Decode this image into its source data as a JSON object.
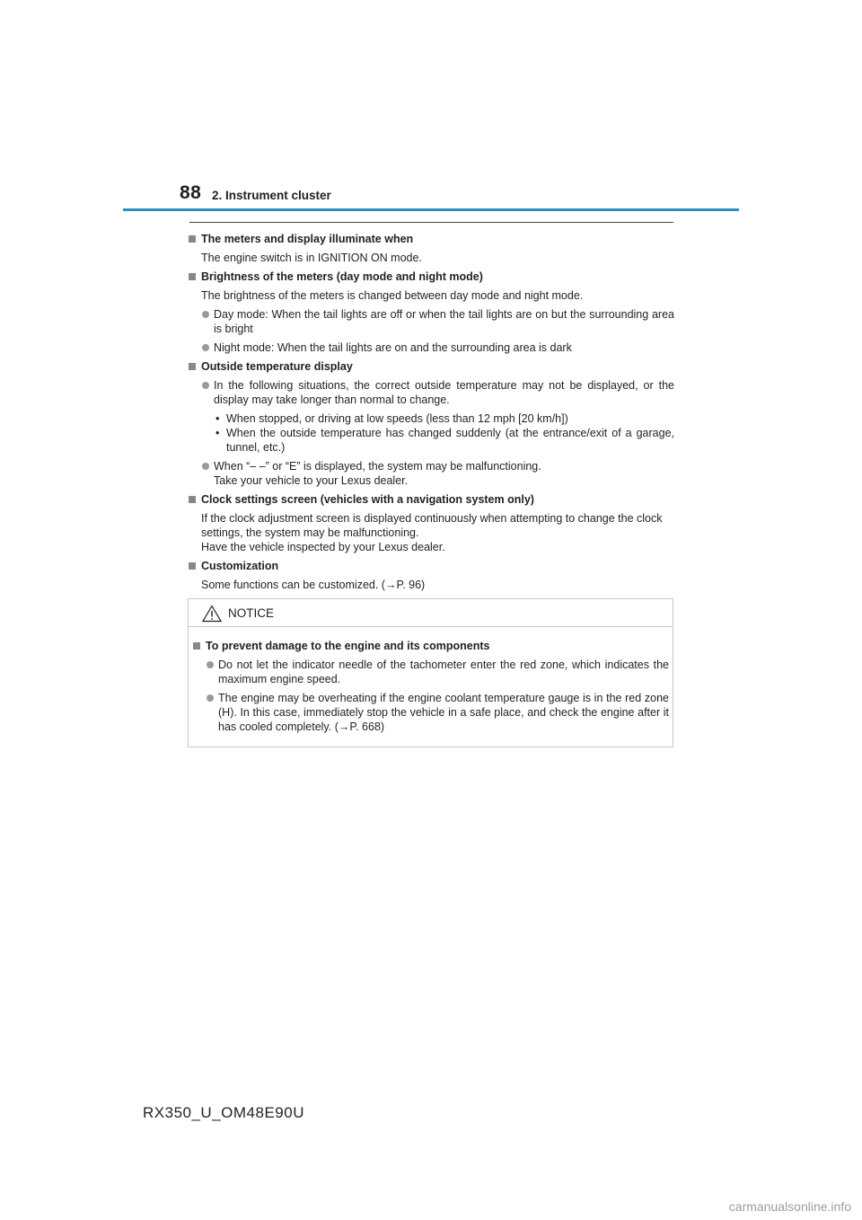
{
  "header": {
    "page_number": "88",
    "chapter": "2. Instrument cluster"
  },
  "sections": [
    {
      "type": "heading",
      "text": "The meters and display illuminate when"
    },
    {
      "type": "para",
      "text": "The engine switch is in IGNITION ON mode."
    },
    {
      "type": "heading",
      "text": "Brightness of the meters (day mode and night mode)"
    },
    {
      "type": "para",
      "text": "The brightness of the meters is changed between day mode and night mode."
    },
    {
      "type": "bullet",
      "text": "Day mode: When the tail lights are off or when the tail lights are on but the surrounding area is bright"
    },
    {
      "type": "bullet",
      "text": "Night mode: When the tail lights are on and the surrounding area is dark"
    },
    {
      "type": "heading",
      "text": "Outside temperature display"
    },
    {
      "type": "bullet",
      "text": "In the following situations, the correct outside temperature may not be displayed, or the display may take longer than normal to change."
    },
    {
      "type": "sub",
      "text": "When stopped, or driving at low speeds (less than 12 mph [20 km/h])"
    },
    {
      "type": "sub",
      "text": "When the outside temperature has changed suddenly (at the entrance/exit of a garage, tunnel, etc.)"
    },
    {
      "type": "bullet",
      "text": "When “– –” or “E” is displayed, the system may be malfunctioning.\nTake your vehicle to your Lexus dealer."
    },
    {
      "type": "heading",
      "text": "Clock settings screen (vehicles with a navigation system only)"
    },
    {
      "type": "para",
      "text": "If the clock adjustment screen is displayed continuously when attempting to change the clock settings, the system may be malfunctioning.\nHave the vehicle inspected by your Lexus dealer."
    },
    {
      "type": "heading",
      "text": "Customization"
    },
    {
      "type": "para",
      "text": "Some functions can be customized. (→P. 96)"
    }
  ],
  "notice": {
    "title": "NOTICE",
    "icon": "warning-triangle-icon",
    "heading": "To prevent damage to the engine and its components",
    "bullets": [
      "Do not let the indicator needle of the tachometer enter the red zone, which indicates the maximum engine speed.",
      "The engine may be overheating if the engine coolant temperature gauge is in the red zone (H). In this case, immediately stop the vehicle in a safe place, and check the engine after it has cooled completely. (→P. 668)"
    ]
  },
  "footer": {
    "code": "RX350_U_OM48E90U",
    "watermark": "carmanualsonline.info"
  },
  "colors": {
    "header_rule": "#2c8fc4",
    "bullet": "#9a9a9a",
    "square": "#888888"
  }
}
